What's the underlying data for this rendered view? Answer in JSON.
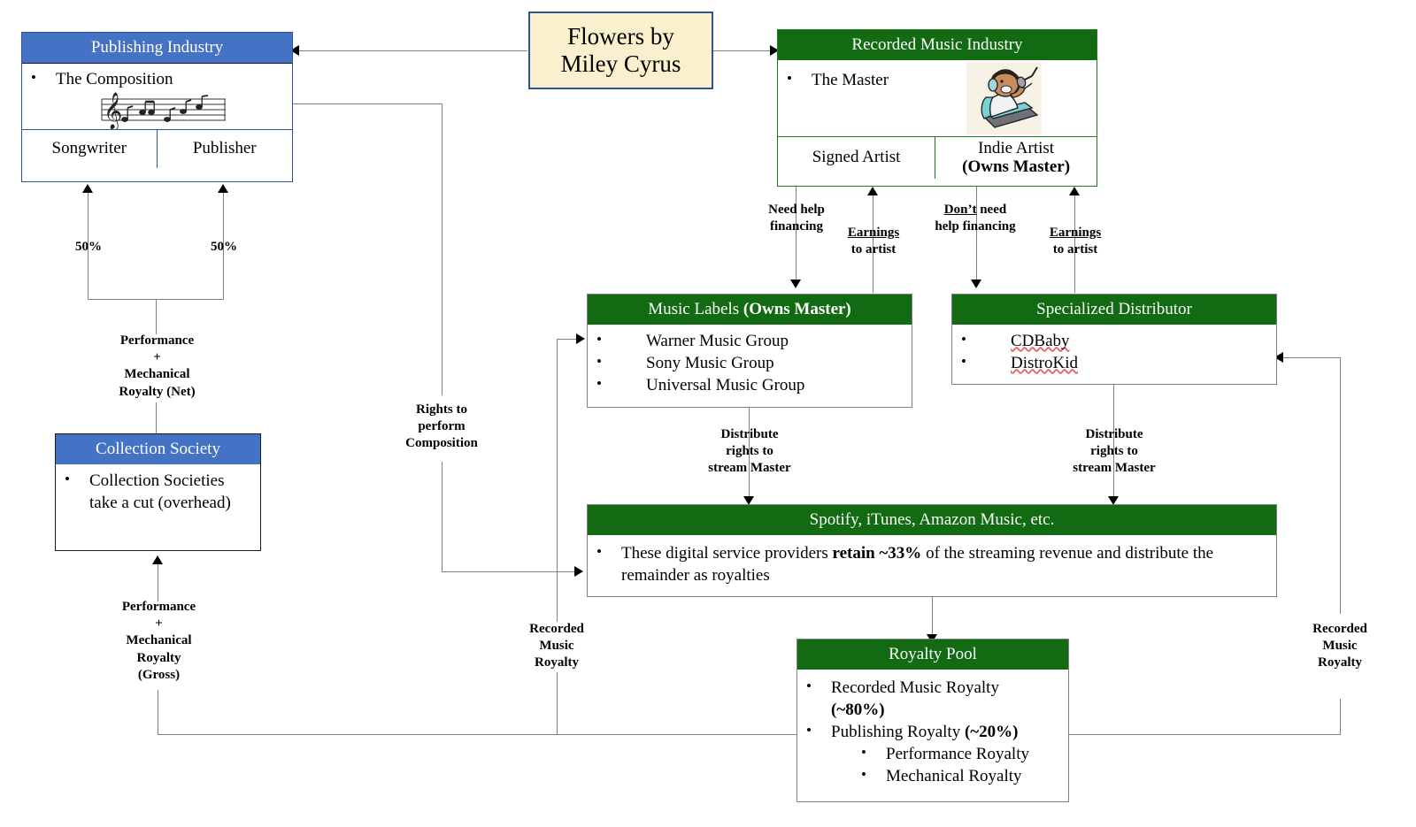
{
  "colors": {
    "blue_header": "#4472C4",
    "green_header": "#126B12",
    "song_bg": "#FBF0CE",
    "song_border": "#2E5395",
    "blue_border": "#2E5395",
    "green_border": "#1F7A1F",
    "line": "#808080"
  },
  "song": {
    "line1": "Flowers by",
    "line2": "Miley Cyrus"
  },
  "publishing": {
    "title": "Publishing Industry",
    "bullet": "The Composition",
    "staff_icon": "music-staff-icon",
    "sub_left": "Songwriter",
    "sub_right": "Publisher"
  },
  "recorded": {
    "title": "Recorded Music Industry",
    "bullet": "The Master",
    "artist_icon": "recording-artist-icon",
    "sub_left": "Signed Artist",
    "sub_right_line1": "Indie Artist",
    "sub_right_line2": "(Owns Master)"
  },
  "collection": {
    "title": "Collection Society",
    "bullet": "Collection Societies take a cut (overhead)"
  },
  "labels_box": {
    "title_normal": "Music Labels ",
    "title_bold": "(Owns Master)",
    "items": [
      "Warner Music Group",
      "Sony Music Group",
      "Universal Music Group"
    ]
  },
  "distributor": {
    "title": "Specialized Distributor",
    "items": [
      "CDBaby",
      "DistroKid"
    ]
  },
  "dsp": {
    "title": "Spotify, iTunes, Amazon Music, etc.",
    "text_1": "These digital service providers ",
    "text_bold": "retain ~33%",
    "text_2": " of the streaming revenue and distribute the remainder as royalties"
  },
  "royalty_pool": {
    "title": "Royalty Pool",
    "item1_normal": "Recorded Music Royalty ",
    "item1_bold": "(~80%)",
    "item2_normal": "Publishing Royalty ",
    "item2_bold": "(~20%)",
    "sub_items": [
      "Performance Royalty",
      "Mechanical Royalty"
    ]
  },
  "edge_labels": {
    "pct_left": "50%",
    "pct_right": "50%",
    "perf_mech_net": "Performance\n+\nMechanical\nRoyalty (Net)",
    "perf_mech_net_l1": "Performance",
    "perf_mech_net_l2": "+",
    "perf_mech_net_l3": "Mechanical",
    "perf_mech_net_l4": "Royalty (Net)",
    "perf_mech_gross_l1": "Performance",
    "perf_mech_gross_l2": "+",
    "perf_mech_gross_l3": "Mechanical",
    "perf_mech_gross_l4": "Royalty",
    "perf_mech_gross_l5": "(Gross)",
    "need_help_l1": "Need help",
    "need_help_l2": "financing",
    "earnings_l1": "Earnings",
    "earnings_l2": "to artist",
    "dont_need_u": "Don’t",
    "dont_need_rest": " need",
    "dont_need_l2": "help financing",
    "earnings2_l1": "Earnings",
    "earnings2_l2": "to artist",
    "rights_l1": "Rights to",
    "rights_l2": "perform",
    "rights_l3": "Composition",
    "distribute_l1": "Distribute",
    "distribute_l2": "rights to",
    "distribute_l3": "stream Master",
    "distribute2_l1": "Distribute",
    "distribute2_l2": "rights to",
    "distribute2_l3": "stream Master",
    "rmr_left_l1": "Recorded",
    "rmr_left_l2": "Music",
    "rmr_left_l3": "Royalty",
    "rmr_right_l1": "Recorded",
    "rmr_right_l2": "Music",
    "rmr_right_l3": "Royalty"
  }
}
